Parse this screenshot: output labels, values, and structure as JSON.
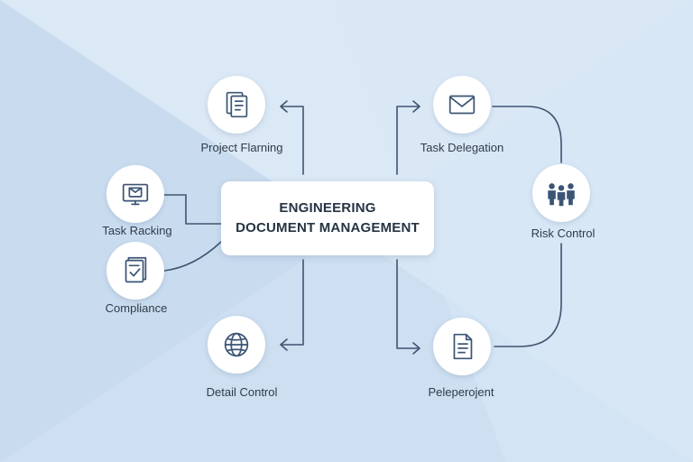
{
  "center": {
    "line1": "ENGINEERING",
    "line2": "DOCUMENT MANAGEMENT"
  },
  "nodes": [
    {
      "id": "project-planning",
      "label": "Project Flarning",
      "icon": "document-list-icon"
    },
    {
      "id": "task-tracking",
      "label": "Task Racking",
      "icon": "monitor-mail-icon"
    },
    {
      "id": "compliance",
      "label": "Compliance",
      "icon": "checklist-icon"
    },
    {
      "id": "detail-control",
      "label": "Detail Control",
      "icon": "globe-icon"
    },
    {
      "id": "task-delegation",
      "label": "Task Delegation",
      "icon": "envelope-icon"
    },
    {
      "id": "risk-control",
      "label": "Risk Control",
      "icon": "people-group-icon"
    },
    {
      "id": "peleperojent",
      "label": "Peleperojent",
      "icon": "document-icon"
    }
  ],
  "colors": {
    "background": "#d3e3f3",
    "connector": "#3f5470",
    "icon": "#3b5575"
  }
}
